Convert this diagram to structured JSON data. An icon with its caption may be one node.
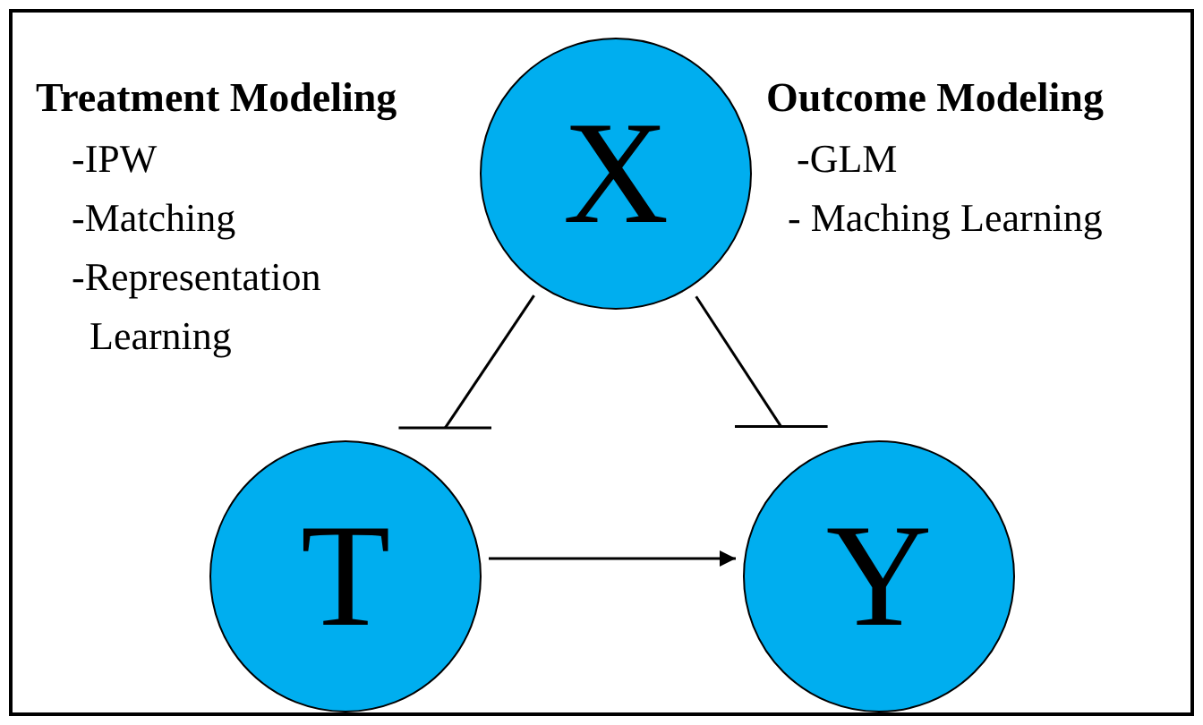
{
  "diagram": {
    "nodes": [
      {
        "text": [
          "X"
        ]
      },
      {
        "text": [
          "T"
        ]
      },
      {
        "text": [
          "Y"
        ]
      }
    ],
    "edges": [
      {
        "from": 0,
        "to": 1,
        "arrow": "other"
      },
      {
        "from": 0,
        "to": 2,
        "arrow": "other"
      },
      {
        "from": 1,
        "to": 2,
        "arrow": "to"
      }
    ],
    "labels": [
      "Treatment Modeling",
      "-IPW",
      "-Matching",
      "-Representation Learning",
      "Outcome Modeling",
      "-GLM",
      "- Maching Learning"
    ]
  }
}
